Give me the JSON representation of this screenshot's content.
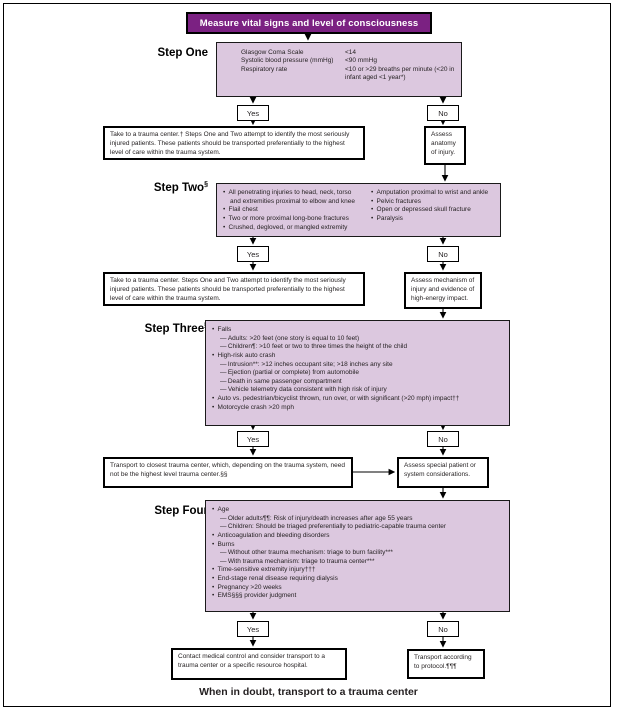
{
  "banner": {
    "title": "Measure vital signs and level of consciousness"
  },
  "decision": {
    "yes": "Yes",
    "no": "No"
  },
  "colors": {
    "banner_purple": "#7b2182",
    "step_box_lavender": "#dcc8df",
    "border_black": "#000000"
  },
  "footer": "When in doubt, transport to a trauma center",
  "step_one": {
    "label": "Step One",
    "sup": "",
    "rows": [
      {
        "name": "Glasgow Coma Scale",
        "value": "<14"
      },
      {
        "name": "Systolic blood pressure (mmHg)",
        "value": "<90 mmHg"
      },
      {
        "name": "Respiratory rate",
        "value": "<10 or >29 breaths per minute (<20 in infant aged <1 year*)"
      }
    ],
    "yes_outcome": "Take to a trauma center.† Steps One and Two attempt to identify the most seriously injured patients. These patients should be transported preferentially to the highest level of care within the trauma system.",
    "no_outcome": "Assess anatomy of injury."
  },
  "step_two": {
    "label": "Step Two",
    "sup": "§",
    "left_items": [
      {
        "level": 0,
        "text": "All penetrating injuries to head, neck, torso and extremities proximal to elbow and knee"
      },
      {
        "level": 0,
        "text": "Flail chest"
      },
      {
        "level": 0,
        "text": "Two or more proximal long-bone fractures"
      },
      {
        "level": 0,
        "text": "Crushed, degloved, or mangled extremity"
      }
    ],
    "right_items": [
      {
        "level": 0,
        "text": "Amputation proximal to wrist and ankle"
      },
      {
        "level": 0,
        "text": "Pelvic fractures"
      },
      {
        "level": 0,
        "text": "Open or depressed skull fracture"
      },
      {
        "level": 0,
        "text": "Paralysis"
      }
    ],
    "yes_outcome": "Take to a trauma center. Steps One and Two attempt to identify the most seriously injured patients. These patients should be transported preferentially to the highest level of care within the trauma system.",
    "no_outcome": "Assess mechanism of injury and evidence of high-energy impact."
  },
  "step_three": {
    "label": "Step Three",
    "sup": "§",
    "items": [
      {
        "level": 0,
        "text": "Falls"
      },
      {
        "level": 1,
        "text": "Adults: >20 feet (one story is equal to 10 feet)"
      },
      {
        "level": 1,
        "text": "Children¶: >10 feet or two to three times the height of the child"
      },
      {
        "level": 0,
        "text": "High-risk auto crash"
      },
      {
        "level": 1,
        "text": "Intrusion**: >12 inches occupant site; >18 inches any site"
      },
      {
        "level": 1,
        "text": "Ejection (partial or complete) from automobile"
      },
      {
        "level": 1,
        "text": "Death in same passenger compartment"
      },
      {
        "level": 1,
        "text": "Vehicle telemetry data consistent with high risk of injury"
      },
      {
        "level": 0,
        "text": "Auto vs. pedestrian/bicyclist thrown, run over, or with significant (>20 mph) impact††"
      },
      {
        "level": 0,
        "text": "Motorcycle crash >20 mph"
      }
    ],
    "yes_outcome": "Transport to closest trauma center, which, depending on the trauma system, need not be the highest level trauma center.§§",
    "no_outcome": "Assess special patient or system considerations."
  },
  "step_four": {
    "label": "Step Four",
    "sup": "",
    "items": [
      {
        "level": 0,
        "text": "Age"
      },
      {
        "level": 1,
        "text": "Older adults¶¶: Risk of injury/death increases after age 55 years"
      },
      {
        "level": 1,
        "text": "Children: Should be triaged preferentially to pediatric-capable trauma center"
      },
      {
        "level": 0,
        "text": "Anticoagulation and bleeding disorders"
      },
      {
        "level": 0,
        "text": "Burns"
      },
      {
        "level": 1,
        "text": "Without other trauma mechanism: triage to burn facility***"
      },
      {
        "level": 1,
        "text": "With trauma mechanism: triage to trauma center***"
      },
      {
        "level": 0,
        "text": "Time-sensitive extremity injury†††"
      },
      {
        "level": 0,
        "text": "End-stage renal disease requiring dialysis"
      },
      {
        "level": 0,
        "text": "Pregnancy >20 weeks"
      },
      {
        "level": 0,
        "text": "EMS§§§ provider judgment"
      }
    ],
    "yes_outcome": "Contact medical control and consider transport to a trauma center or a specific resource hospital.",
    "no_outcome": "Transport according to protocol.¶¶¶"
  }
}
